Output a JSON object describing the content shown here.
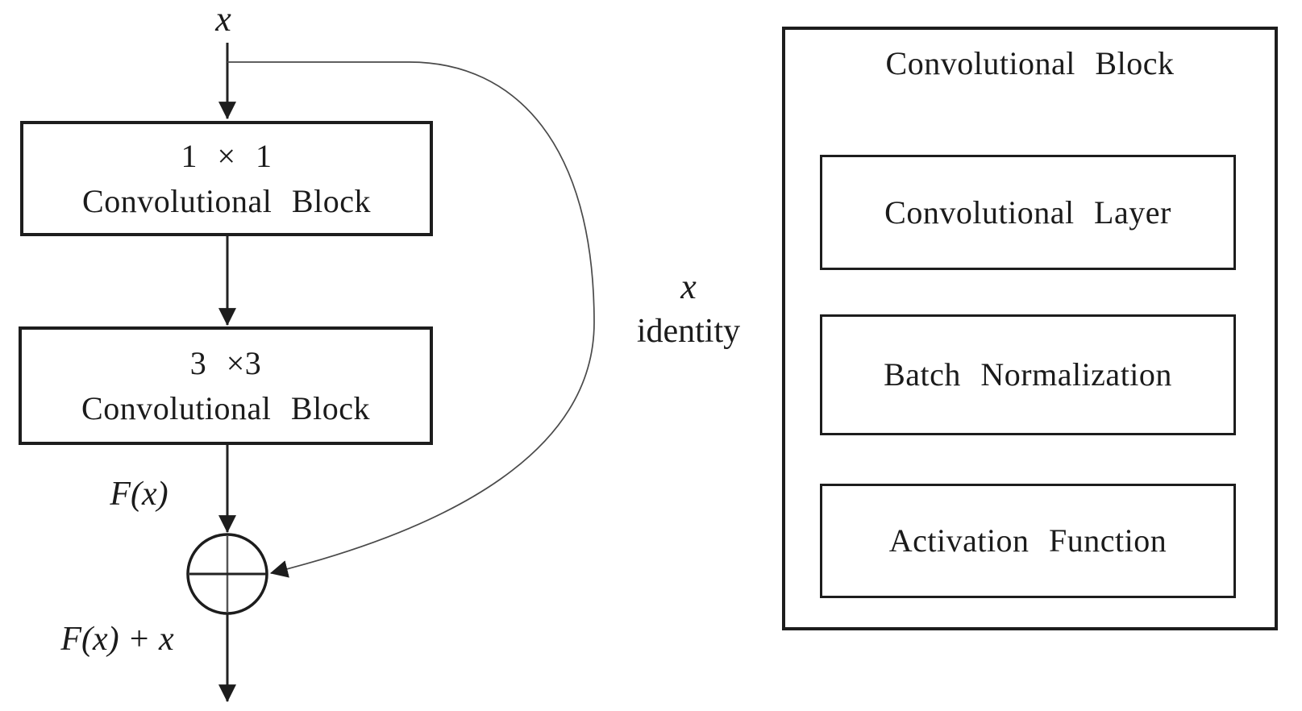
{
  "left_diagram": {
    "input_label": "x",
    "conv1x1_block": {
      "line1": "1 × 1",
      "line2": "Convolutional Block"
    },
    "conv3x3_block": {
      "line1": "3 ×3",
      "line2": "Convolutional Block"
    },
    "fx_label": "F(x)",
    "sum_output_label": "F(x) + x",
    "skip_connection": {
      "label_top": "x",
      "label_bottom": "identity"
    }
  },
  "right_diagram": {
    "title": "Convolutional Block",
    "layers": [
      "Convolutional Layer",
      "Batch Normalization",
      "Activation Function"
    ]
  },
  "colors": {
    "stroke": "#1d1d1d",
    "thin_stroke": "#4a4a4a",
    "background": "#ffffff",
    "text": "#1b1b1b"
  }
}
